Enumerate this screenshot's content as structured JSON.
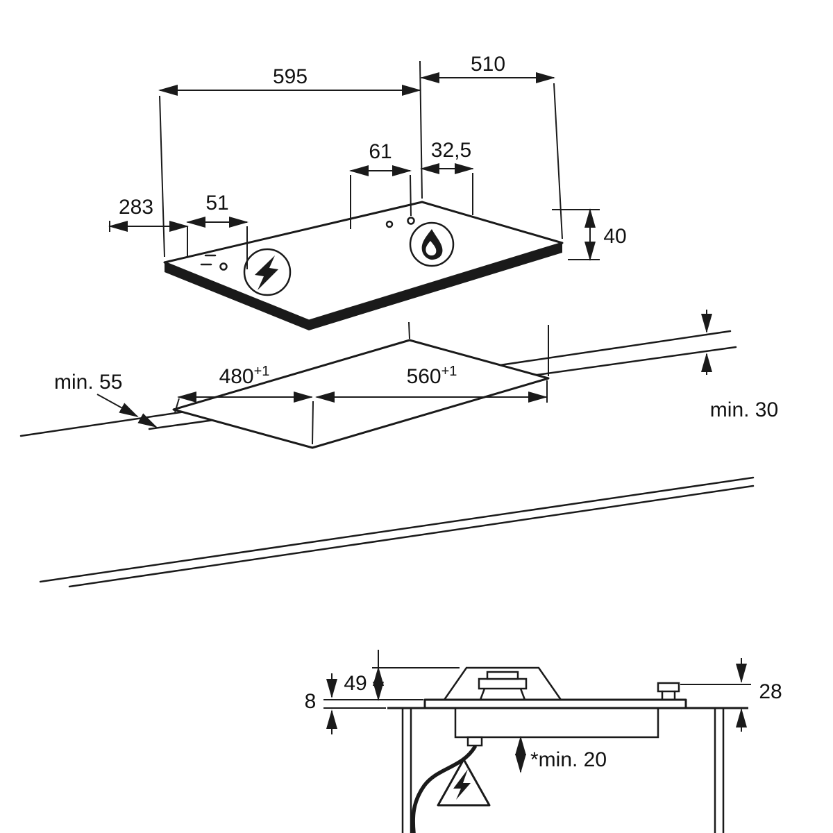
{
  "diagram": {
    "type": "appliance-installation-drawing",
    "line_color": "#1a1a1a",
    "background": "#ffffff",
    "top_view": {
      "width": "595",
      "depth": "510",
      "burner_spacing": "61",
      "burner_to_edge": "32,5",
      "left_burner_offset": "283",
      "left_burner_spacing": "51",
      "hob_height": "40",
      "electric_symbol": "lightning-bolt",
      "gas_symbol": "flame"
    },
    "cutout": {
      "front_clearance": "min. 55",
      "cutout_depth": "480",
      "cutout_depth_tol": "+1",
      "cutout_width": "560",
      "cutout_width_tol": "+1",
      "rear_clearance": "min. 30"
    },
    "section": {
      "pan_support_height": "49",
      "glass_above_worktop": "8",
      "knob_height": "28",
      "min_clearance_below": "*min. 20",
      "warning_symbol": "high-voltage"
    }
  }
}
